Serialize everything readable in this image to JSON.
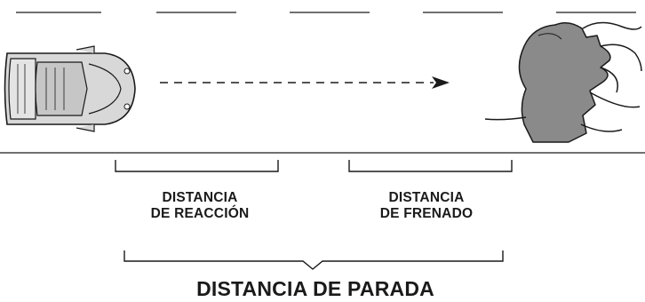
{
  "labels": {
    "reaction": [
      "DISTANCIA",
      "DE REACCIÓN"
    ],
    "braking": [
      "DISTANCIA",
      "DE FRENADO"
    ],
    "stopping": "DISTANCIA DE PARADA"
  },
  "icons": {
    "vehicle": "car-icon",
    "obstacle": "obstacle-icon",
    "motion": "arrow-icon"
  },
  "colors": {
    "ink": "#1a1a1a",
    "car_body": "#d8d8d8",
    "obstacle_fill": "#8a8a8a"
  }
}
